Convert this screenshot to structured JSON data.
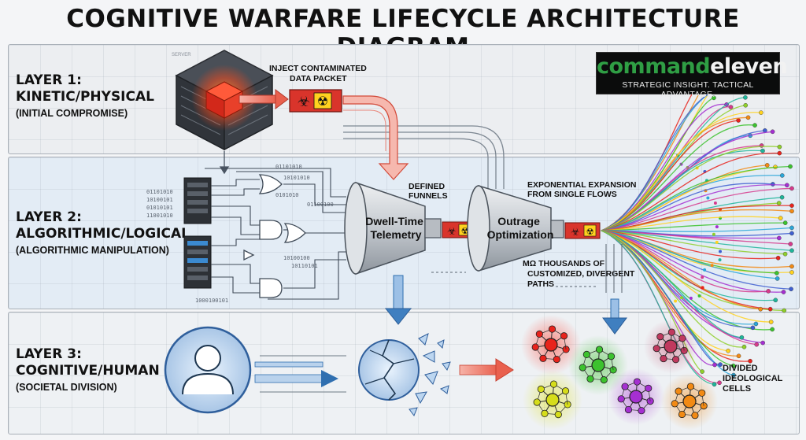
{
  "title": "COGNITIVE WARFARE LIFECYCLE ARCHITECTURE DIAGRAM",
  "layers": [
    {
      "line1": "LAYER 1:",
      "line2": "KINETIC/PHYSICAL",
      "line3": "(INITIAL COMPROMISE)"
    },
    {
      "line1": "LAYER 2:",
      "line2": "ALGORITHMIC/LOGICAL",
      "line3": "(ALGORITHMIC MANIPULATION)"
    },
    {
      "line1": "LAYER 3:",
      "line2": "COGNITIVE/HUMAN",
      "line3": "(SOCIETAL DIVISION)"
    }
  ],
  "server_label": "SERVER",
  "inject_label": "INJECT CONTAMINATED\nDATA PACKET",
  "funnels_label": "DEFINED\nFUNNELS",
  "funnel1_line1": "Dwell-Time",
  "funnel1_line2": "Telemetry",
  "funnel2_line1": "Outrage",
  "funnel2_line2": "Optimization",
  "expansion_label": "EXPONENTIAL EXPANSION\nFROM SINGLE FLOWS",
  "paths_label": "MΩ THOUSANDS OF\nCUSTOMIZED, DIVERGENT\nPATHS",
  "cells_label": "DIVIDED\nIDEOLOGICAL\nCELLS",
  "logo": {
    "word1": "command",
    "word2": "eleven",
    "tagline": "STRATEGIC INSIGHT. TACTICAL ADVANTAGE."
  },
  "binary": [
    "01101010",
    "10100101",
    "01010101",
    "11001010",
    "01101010",
    "10101010",
    "1000100101",
    "0101010",
    "01100100",
    "10100100",
    "10110101"
  ],
  "colors": {
    "arrow_red": "#f08a7a",
    "arrow_blue": "#3f7fc0",
    "hazard_red": "#d9342b",
    "hazard_yellow": "#ffd21f",
    "cell_red": "#e8231c",
    "cell_green": "#3cc22e",
    "cell_pink": "#c0395e",
    "cell_yellow": "#d6dd1a",
    "cell_purple": "#a52fd1",
    "cell_orange": "#f28a14"
  },
  "icons": [
    "server-rack-icon",
    "data-packet-icon",
    "biohazard-icon",
    "radiation-icon",
    "funnel-icon",
    "logic-gate-icon",
    "person-icon",
    "shattered-head-icon",
    "network-cell-icon"
  ]
}
